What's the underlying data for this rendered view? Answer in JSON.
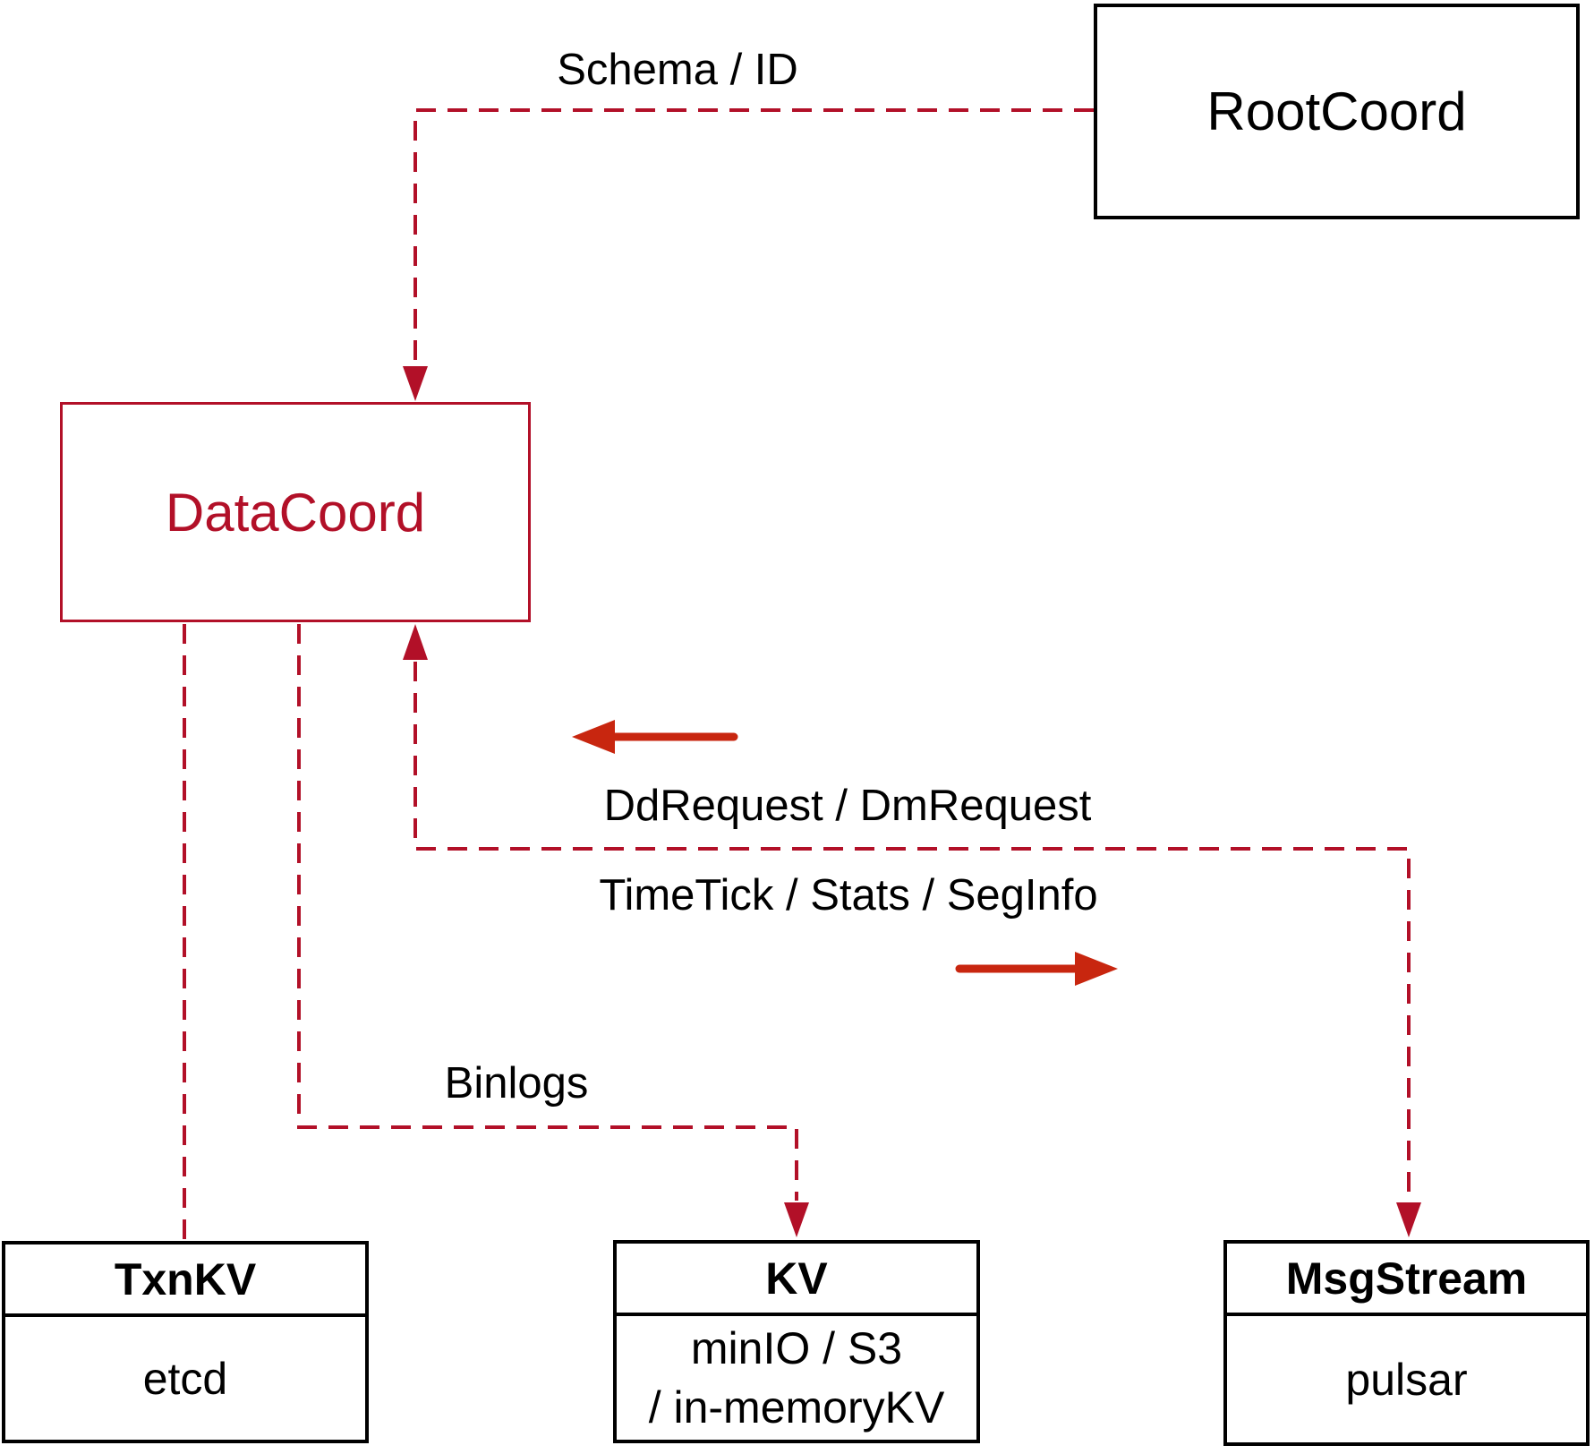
{
  "colors": {
    "wire_crimson": "#b21028",
    "arrow_red": "#c8260f",
    "box_black": "#000000",
    "background": "#ffffff"
  },
  "nodes": {
    "root_coord": {
      "label": "RootCoord"
    },
    "data_coord": {
      "label": "DataCoord"
    },
    "txn_kv": {
      "header": "TxnKV",
      "body": "etcd"
    },
    "kv": {
      "header": "KV",
      "body_line1": "minIO / S3",
      "body_line2": "/ in-memoryKV"
    },
    "msg_stream": {
      "header": "MsgStream",
      "body": "pulsar"
    }
  },
  "edge_labels": {
    "schema_id": "Schema / ID",
    "dd_dm_request": "DdRequest / DmRequest",
    "timetick_stats_seginfo": "TimeTick / Stats / SegInfo",
    "binlogs": "Binlogs"
  }
}
